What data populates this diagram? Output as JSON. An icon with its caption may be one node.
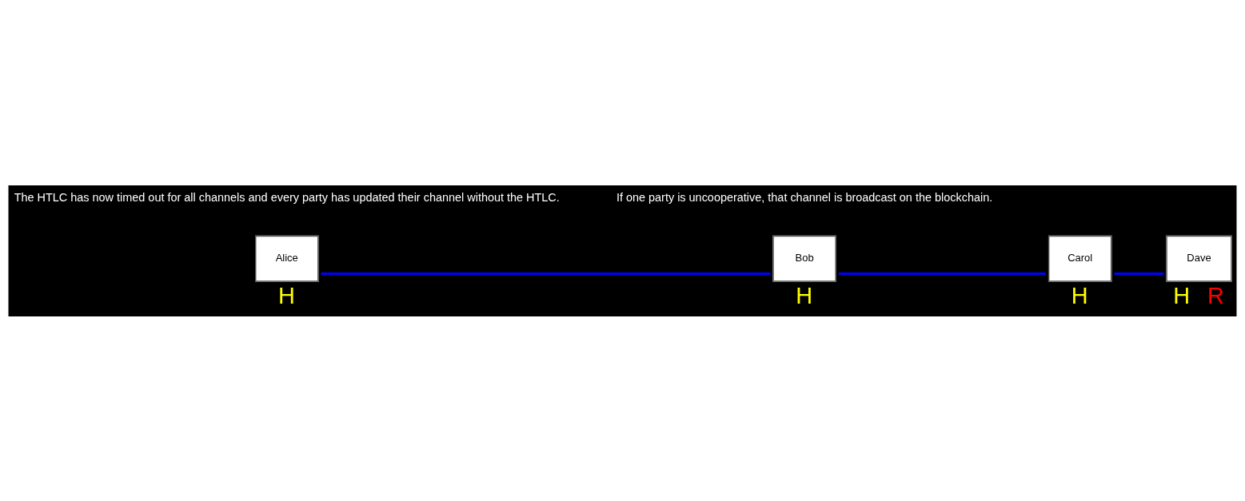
{
  "diagram": {
    "nodes": [
      {
        "text": [
          "Bob"
        ],
        "beside": [
          "H"
        ]
      },
      {
        "text": [
          "Carol"
        ],
        "beside": [
          "H"
        ]
      },
      {
        "text": [
          "Alice"
        ],
        "beside": [
          "H"
        ]
      },
      {
        "text": [
          "Dave"
        ],
        "beside": [
          "H",
          "R"
        ]
      }
    ],
    "edges": [
      {
        "from": 2,
        "to": 0,
        "arrow": "none"
      },
      {
        "from": 0,
        "to": 1,
        "arrow": "none"
      },
      {
        "from": 1,
        "to": 3,
        "arrow": "none"
      }
    ],
    "labels": [
      "The HTLC has now timed out for all channels and every party has updated their channel without the HTLC.",
      "If one party is uncooperative, that channel is broadcast on the blockchain."
    ]
  }
}
